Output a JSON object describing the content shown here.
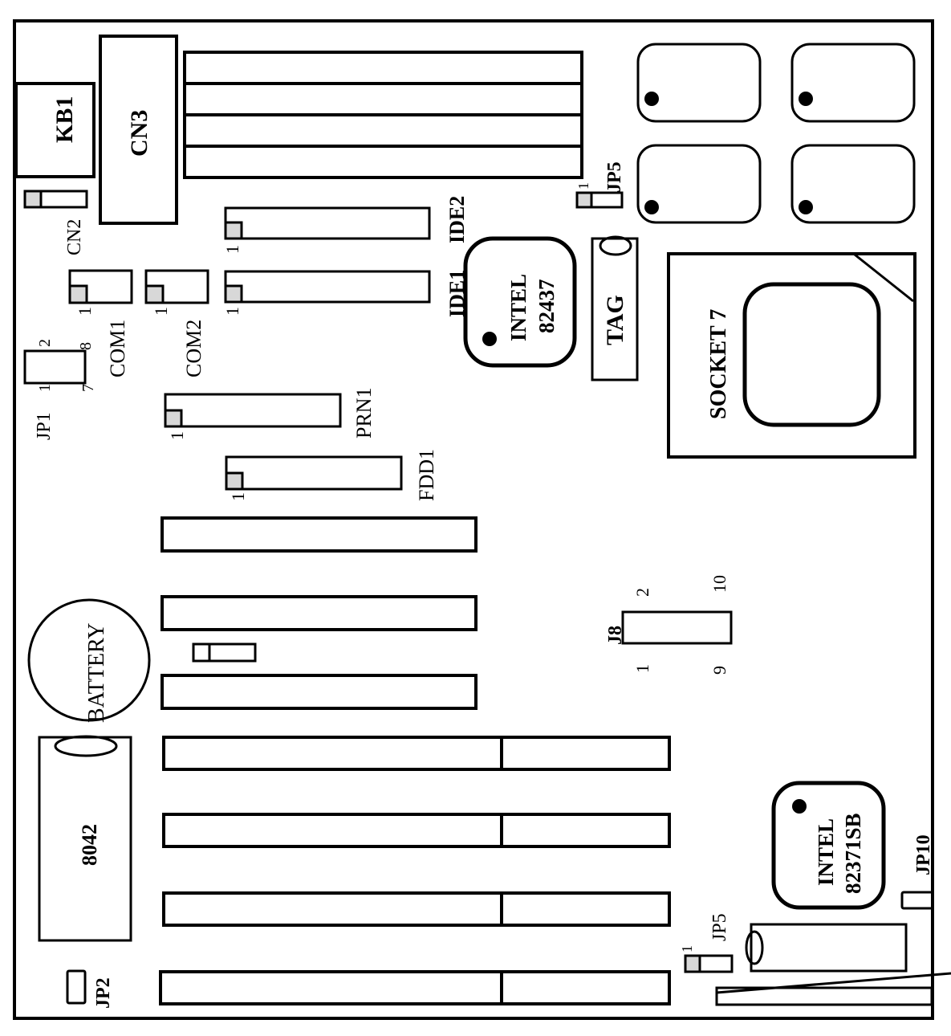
{
  "title": "Motherboard layout diagram",
  "colors": {
    "line": "#000000",
    "background": "#ffffff",
    "pin1_fill": "#d8d8d8"
  },
  "labels": {
    "kb1": "KB1",
    "cn3": "CN3",
    "cn2": "CN2",
    "com1": "COM1",
    "com2": "COM2",
    "jp1": "JP1",
    "jp1_pins": {
      "p1": "1",
      "p2": "2",
      "p7": "7",
      "p8": "8"
    },
    "ide1": "IDE1",
    "ide2": "IDE2",
    "prn1": "PRN1",
    "fdd1": "FDD1",
    "pin_one": "1",
    "intel_north_line1": "INTEL",
    "intel_north_line2": "82437",
    "tag": "TAG",
    "jp5_top": "JP5",
    "socket": "SOCKET 7",
    "j8": "J8",
    "j8_pins": {
      "p1": "1",
      "p2": "2",
      "p9": "9",
      "p10": "10"
    },
    "battery": "BATTERY",
    "kbc": "8042",
    "jp2": "JP2",
    "intel_south_line1": "INTEL",
    "intel_south_line2": "82371SB",
    "jp10": "JP10",
    "jp5_bottom": "JP5"
  },
  "components": {
    "simm_slots": 4,
    "cache_chips": 4,
    "isa_pci_short_slots": 3,
    "isa_long_slots": 4
  }
}
